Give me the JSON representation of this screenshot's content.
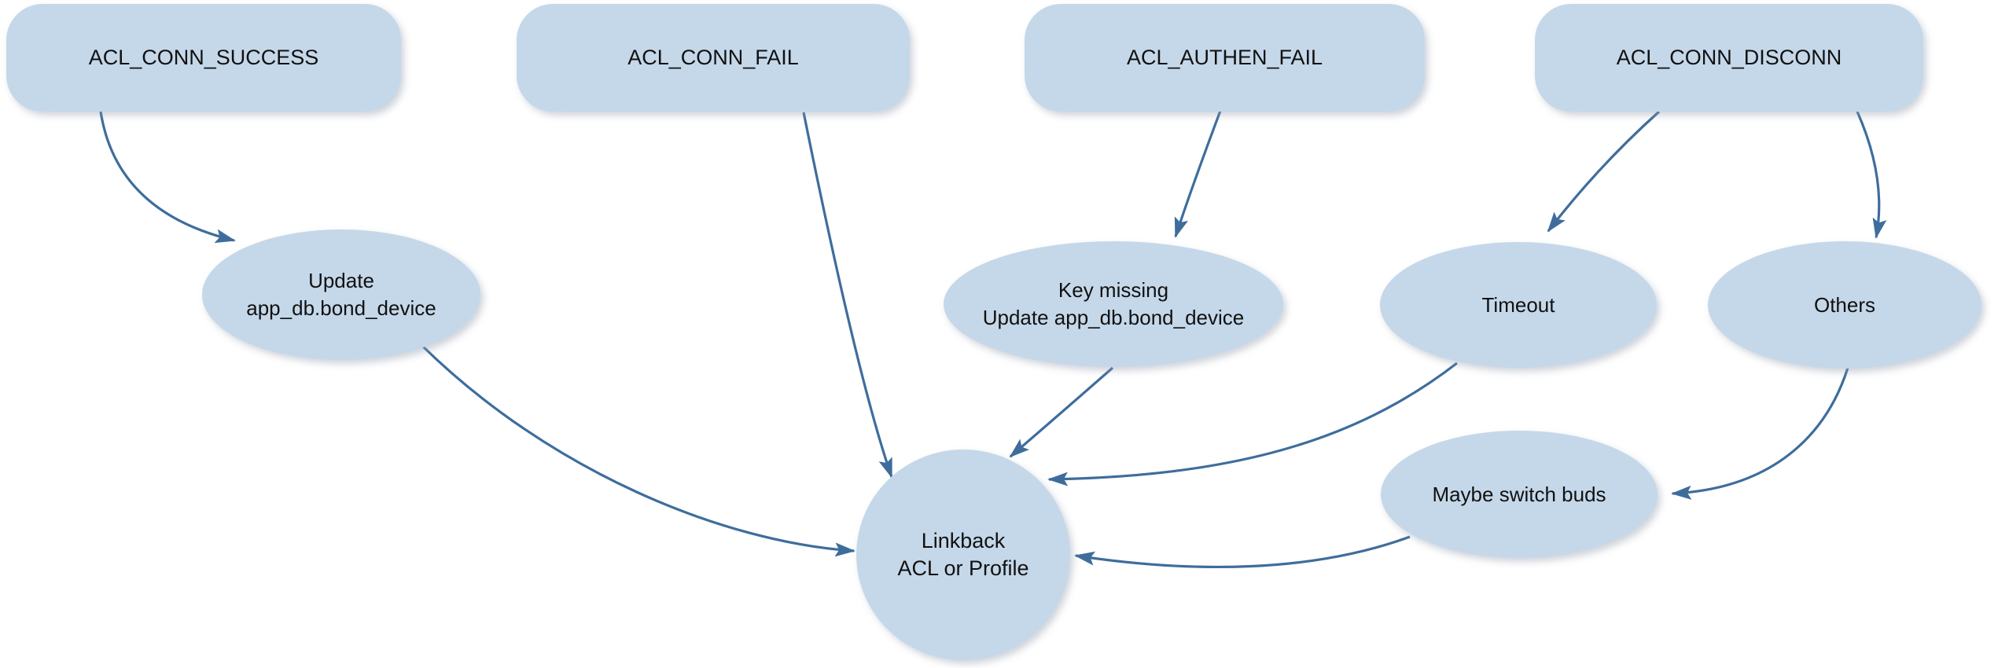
{
  "diagram": {
    "type": "flowchart",
    "colors": {
      "node_fill": "#c5d8ea",
      "edge_stroke": "#3e6d9c",
      "text": "#111111",
      "background": "#ffffff"
    },
    "nodes": {
      "acl_conn_success": {
        "label": "ACL_CONN_SUCCESS",
        "shape": "rounded-rectangle"
      },
      "acl_conn_fail": {
        "label": "ACL_CONN_FAIL",
        "shape": "rounded-rectangle"
      },
      "acl_authen_fail": {
        "label": "ACL_AUTHEN_FAIL",
        "shape": "rounded-rectangle"
      },
      "acl_conn_disconn": {
        "label": "ACL_CONN_DISCONN",
        "shape": "rounded-rectangle"
      },
      "update_bond_device": {
        "label": "Update\napp_db.bond_device",
        "shape": "ellipse"
      },
      "key_missing": {
        "label": "Key missing\nUpdate app_db.bond_device",
        "shape": "ellipse"
      },
      "timeout": {
        "label": "Timeout",
        "shape": "ellipse"
      },
      "others": {
        "label": "Others",
        "shape": "ellipse"
      },
      "maybe_switch_buds": {
        "label": "Maybe switch buds",
        "shape": "ellipse"
      },
      "linkback": {
        "label": "Linkback\nACL or Profile",
        "shape": "circle"
      }
    },
    "edges": [
      {
        "from": "acl_conn_success",
        "to": "update_bond_device"
      },
      {
        "from": "update_bond_device",
        "to": "linkback"
      },
      {
        "from": "acl_conn_fail",
        "to": "linkback"
      },
      {
        "from": "acl_authen_fail",
        "to": "key_missing"
      },
      {
        "from": "key_missing",
        "to": "linkback"
      },
      {
        "from": "acl_conn_disconn",
        "to": "timeout"
      },
      {
        "from": "acl_conn_disconn",
        "to": "others"
      },
      {
        "from": "timeout",
        "to": "linkback"
      },
      {
        "from": "others",
        "to": "maybe_switch_buds"
      },
      {
        "from": "maybe_switch_buds",
        "to": "linkback"
      }
    ]
  }
}
